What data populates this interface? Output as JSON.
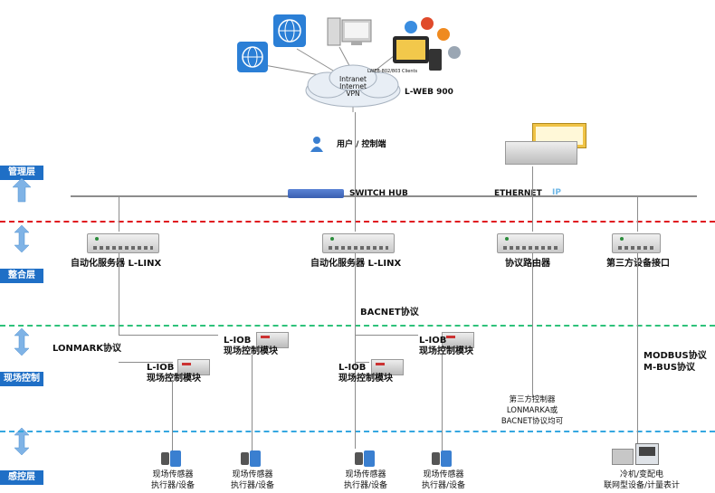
{
  "layers": {
    "management": "管理层",
    "integration": "整合层",
    "field_control": "现场控制层",
    "sensing": "感控层"
  },
  "top": {
    "cloud_lines": [
      "Intranet",
      "Internet",
      "VPN"
    ],
    "clients_caption": "LWEB-802/803 Clients",
    "lweb_label": "L-WEB 900",
    "user_label": "用户 / 控制端"
  },
  "backbone": {
    "switch_label": "SWITCH HUB",
    "ethernet_label": "ETHERNET",
    "ip_label": "IP"
  },
  "integration": {
    "linx1": "自动化服务器 L-LINX",
    "linx2": "自动化服务器 L-LINX",
    "router": "协议路由器",
    "third_party": "第三方设备接口"
  },
  "protocols": {
    "bacnet": "BACNET协议",
    "lonmark": "LONMARK协议",
    "modbus": "MODBUS协议",
    "mbus": "M-BUS协议"
  },
  "iob_modules": {
    "title": "L-IOB",
    "subtitle": "现场控制模块"
  },
  "third_party_controller": [
    "第三方控制器",
    "LONMARKA或",
    "BACNET协议均可"
  ],
  "sensing": {
    "sensor_line1": "现场传感器",
    "sensor_line2": "执行器/设备",
    "meter_line1": "冷机/变配电",
    "meter_line2": "联网型设备/计量表计"
  },
  "colors": {
    "layer_box": "#1f6fc6",
    "red_dash": "#e0141e",
    "green_dash": "#2ec27a",
    "blue_dash": "#35a7e0",
    "backbone": "#8c8c8c"
  }
}
